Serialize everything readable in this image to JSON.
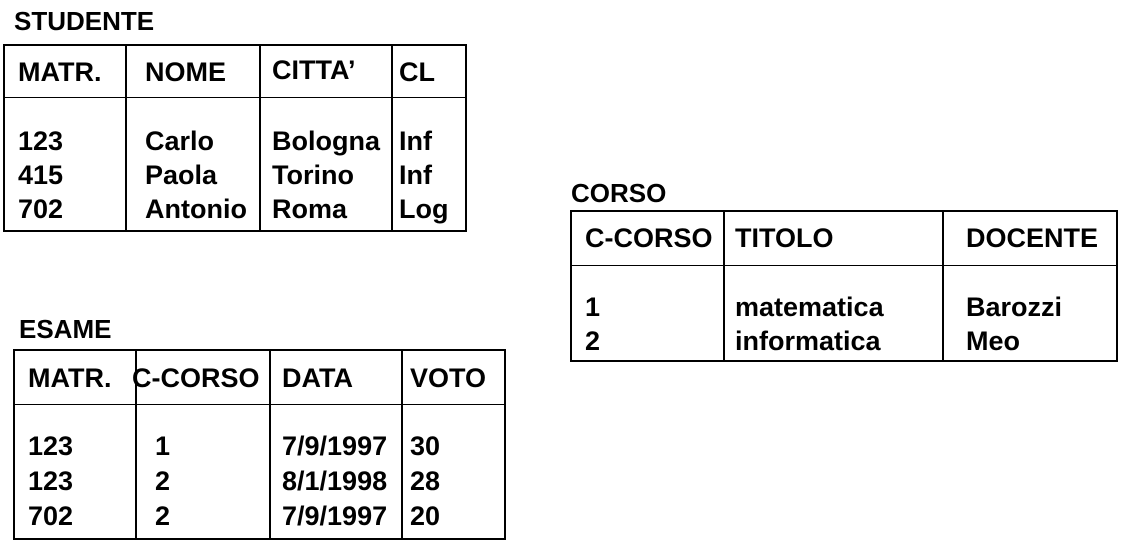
{
  "studente": {
    "title": "STUDENTE",
    "headers": [
      "MATR.",
      "NOME",
      "CITTA’",
      "CL"
    ],
    "rows": [
      [
        "123",
        "Carlo",
        "Bologna",
        "Inf"
      ],
      [
        "415",
        "Paola",
        "Torino",
        "Inf"
      ],
      [
        "702",
        "Antonio",
        "Roma",
        "Log"
      ]
    ]
  },
  "corso": {
    "title": "CORSO",
    "headers": [
      "C-CORSO",
      "TITOLO",
      "DOCENTE"
    ],
    "rows": [
      [
        "1",
        "matematica",
        "Barozzi"
      ],
      [
        "2",
        "informatica",
        "Meo"
      ]
    ]
  },
  "esame": {
    "title": "ESAME",
    "headers": [
      "MATR.",
      "C-CORSO",
      "DATA",
      "VOTO"
    ],
    "rows": [
      [
        "123",
        "1",
        "7/9/1997",
        "30"
      ],
      [
        "123",
        "2",
        "8/1/1998",
        "28"
      ],
      [
        "702",
        "2",
        "7/9/1997",
        "20"
      ]
    ]
  }
}
